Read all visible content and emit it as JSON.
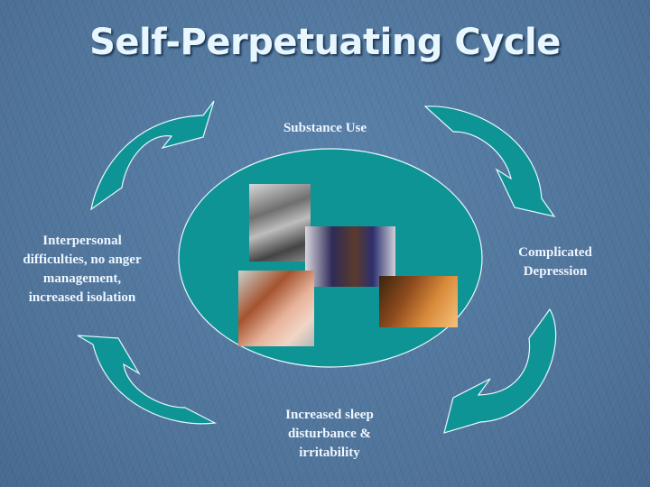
{
  "slide": {
    "title": "Self-Perpetuating Cycle",
    "background_color": "#52789f",
    "shape_fill_color": "#0e9494",
    "shape_outline_color": "#e6f7ff",
    "text_color": "#eef6ff"
  },
  "cycle": {
    "top": {
      "lines": [
        "Substance Use"
      ]
    },
    "right": {
      "lines": [
        "Complicated",
        "Depression"
      ]
    },
    "bottom": {
      "lines": [
        "Increased sleep",
        "disturbance &",
        "irritability"
      ]
    },
    "left": {
      "lines": [
        "Interpersonal",
        "difficulties, no anger",
        "management,",
        "increased isolation"
      ]
    }
  },
  "center": {
    "shape": "ellipse",
    "photos": [
      {
        "name": "distressed-person-bw-photo"
      },
      {
        "name": "woman-head-in-hand-photo"
      },
      {
        "name": "screaming-woman-photo"
      },
      {
        "name": "person-with-pipe-photo"
      }
    ]
  },
  "arrows": [
    {
      "name": "curved-arrow-top-left",
      "direction": "clockwise"
    },
    {
      "name": "curved-arrow-top-right",
      "direction": "clockwise"
    },
    {
      "name": "curved-arrow-bottom-right",
      "direction": "clockwise"
    },
    {
      "name": "curved-arrow-bottom-left",
      "direction": "clockwise"
    }
  ]
}
